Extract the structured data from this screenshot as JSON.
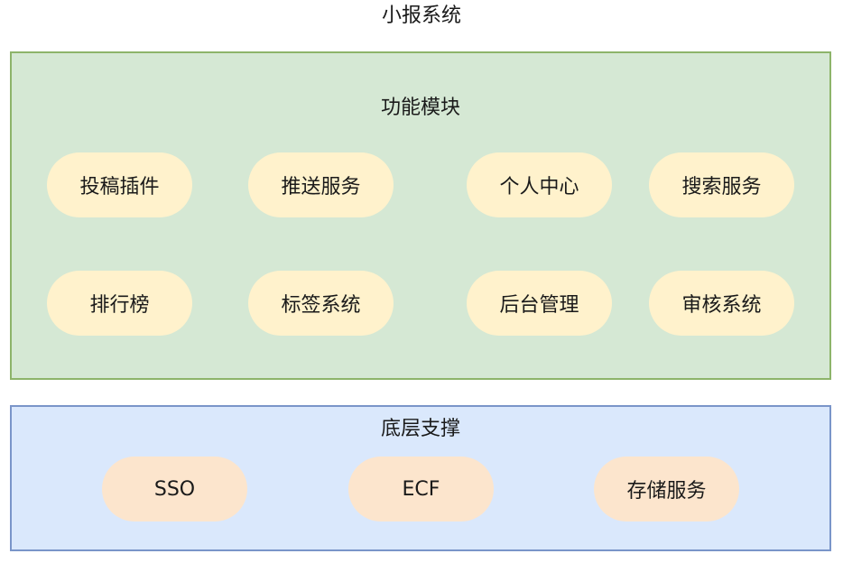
{
  "diagram": {
    "title": "小报系统",
    "colors": {
      "functional_fill": "#d5e8d4",
      "functional_border": "#8db46a",
      "functional_pill": "#fff2cc",
      "base_fill": "#dae8fc",
      "base_border": "#7a95c9",
      "base_pill": "#fce5cd"
    },
    "functional": {
      "label": "功能模块",
      "modules": [
        "投稿插件",
        "推送服务",
        "个人中心",
        "搜索服务",
        "排行榜",
        "标签系统",
        "后台管理",
        "审核系统"
      ]
    },
    "base": {
      "label": "底层支撑",
      "services": [
        "SSO",
        "ECF",
        "存储服务"
      ]
    }
  }
}
